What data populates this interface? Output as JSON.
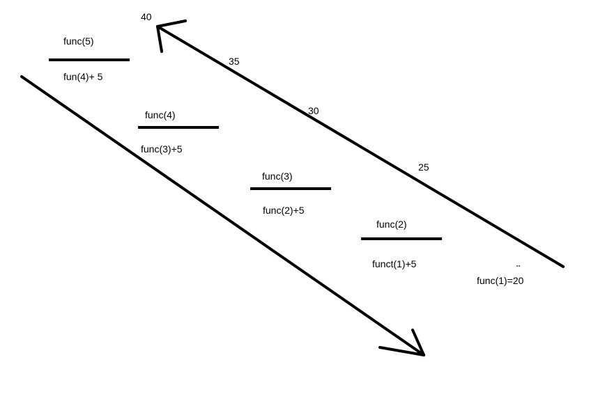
{
  "diagram": {
    "levels": [
      {
        "call": "func(5)",
        "expansion": "fun(4)+ 5"
      },
      {
        "call": "func(4)",
        "expansion": "func(3)+5"
      },
      {
        "call": "func(3)",
        "expansion": "func(2)+5"
      },
      {
        "call": "func(2)",
        "expansion": "funct(1)+5"
      }
    ],
    "base_case": "func(1)=20",
    "return_values": [
      "40",
      "35",
      "30",
      "25"
    ],
    "stroke_color": "#000000"
  }
}
